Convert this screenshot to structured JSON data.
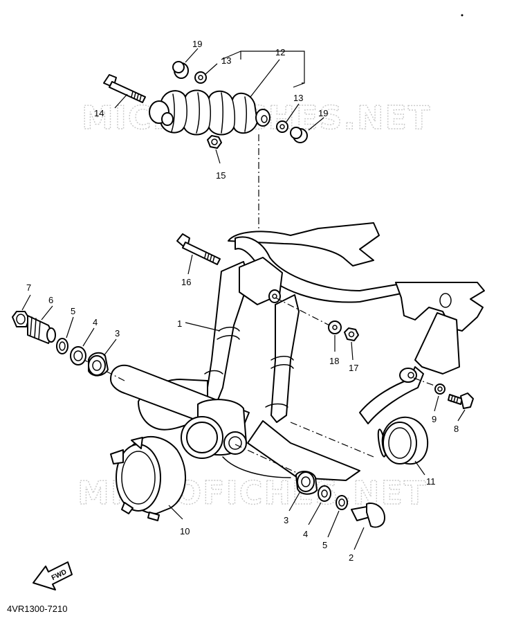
{
  "diagram": {
    "watermark": "MICROFICHES.NET",
    "direction_badge": "FWD",
    "drawing_code": "4VR1300-7210",
    "callouts": {
      "shock_assembly": "12",
      "shock_collar_left": "13",
      "shock_collar_right": "13",
      "shock_bush_left": "19",
      "shock_bush_right": "19",
      "shock_bolt": "14",
      "shock_nut": "15",
      "frame_bolt": "16",
      "swingarm": "1",
      "pivot_shaft": "2",
      "bearing_left": "3",
      "bearing_right": "3",
      "thrust_washer_left": "4",
      "thrust_washer_right": "4",
      "collar_left": "5",
      "collar_right": "5",
      "pivot_sleeve": "6",
      "pivot_nut": "7",
      "chain_guard_bolt": "8",
      "chain_guard_washer": "9",
      "pivot_cover": "10",
      "dust_seal": "11",
      "washer": "18",
      "nut": "17"
    }
  }
}
